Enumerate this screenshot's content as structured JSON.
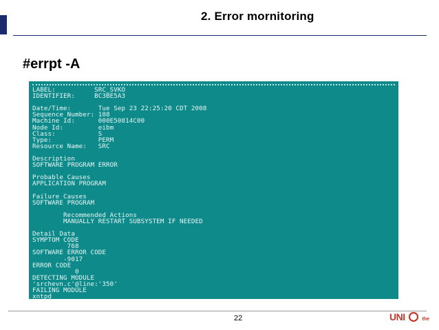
{
  "slide": {
    "title": "2. Error mornitoring",
    "command": "#errpt -A",
    "page_number": "22"
  },
  "terminal": {
    "lines": [
      "LABEL:          SRC_SVKO",
      "IDENTIFIER:     BC3BE5A3",
      "",
      "Date/Time:       Tue Sep 23 22:25:20 CDT 2008",
      "Sequence Number: 108",
      "Machine Id:      000E50814C00",
      "Node Id:         eibm",
      "Class:           S",
      "Type:            PERM",
      "Resource Name:   SRC",
      "",
      "Description",
      "SOFTWARE PROGRAM ERROR",
      "",
      "Probable Causes",
      "APPLICATION PROGRAM",
      "",
      "Failure Causes",
      "SOFTWARE PROGRAM",
      "",
      "        Recommended Actions",
      "        MANUALLY RESTART SUBSYSTEM IF NEEDED",
      "",
      "Detail Data",
      "SYMPTOM CODE",
      "         768",
      "SOFTWARE ERROR CODE",
      "        -9017",
      "ERROR CODE",
      "           0",
      "DETECTING MODULE",
      "'srchevn.c'@line:'350'",
      "FAILING MODULE",
      "xntpd"
    ]
  },
  "logo": {
    "text": "UNI",
    "suffix": "the",
    "icon": "globe-ring-icon"
  },
  "colors": {
    "terminal_bg": "#0e8a8a",
    "accent": "#1a2a6c",
    "logo": "#c0392b"
  }
}
